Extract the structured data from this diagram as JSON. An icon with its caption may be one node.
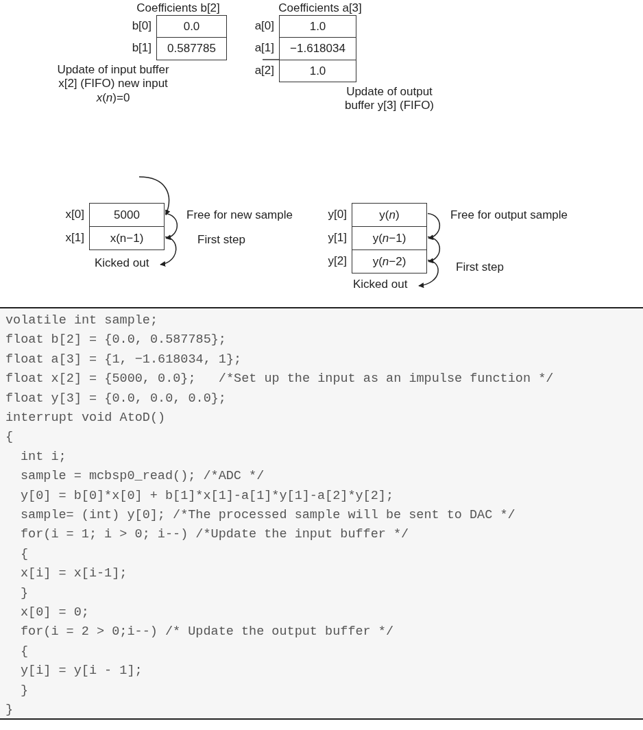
{
  "diagram": {
    "nodes": [
      {
        "text": [
          "0.0"
        ],
        "beside": [
          "b[0]"
        ]
      },
      {
        "text": [
          "0.587785"
        ],
        "beside": [
          "b[1]"
        ]
      },
      {
        "text": [
          "1.0"
        ],
        "beside": [
          "a[0]"
        ]
      },
      {
        "text": [
          "−1.618034"
        ],
        "beside": [
          "a[1]"
        ]
      },
      {
        "text": [
          "1.0"
        ],
        "beside": [
          "a[2]"
        ]
      },
      {
        "text": [
          "5000"
        ],
        "beside": [
          "x[0]"
        ]
      },
      {
        "text": [
          "x(n−1)"
        ],
        "beside": [
          "x[1]"
        ]
      },
      {
        "text": [
          "Kicked out"
        ]
      },
      {
        "text": [
          "y(*n*)"
        ],
        "beside": [
          "y[0]"
        ]
      },
      {
        "text": [
          "y(*n*−1)"
        ],
        "beside": [
          "y[1]"
        ]
      },
      {
        "text": [
          "y(*n*−2)"
        ],
        "beside": [
          "y[2]"
        ]
      },
      {
        "text": [
          "Kicked out"
        ]
      }
    ],
    "edges": [
      {
        "from": null,
        "to": 5,
        "arrow": "to"
      },
      {
        "from": 5,
        "to": 6,
        "arrow": "to"
      },
      {
        "from": 6,
        "to": 7,
        "arrow": "to"
      },
      {
        "from": 8,
        "to": 9,
        "arrow": "to"
      },
      {
        "from": 9,
        "to": 10,
        "arrow": "to"
      },
      {
        "from": 10,
        "to": 11,
        "arrow": "to"
      }
    ],
    "labels": [
      "Coefficients b[2]",
      "Coefficients a[3]",
      "Update of input buffer x[2] (FIFO) new input *x*(*n*)=0",
      "Free for new sample",
      "First step",
      "Update of output buffer y[3] (FIFO)",
      "Free for output sample",
      "First step",
      "volatile int sample;",
      "float b[2] = {0.0, 0.587785};",
      "float a[3] = {1, −1.618034, 1};",
      "float x[2] = {5000, 0.0};   /*Set up the input as an impulse function */",
      "float y[3] = {0.0, 0.0, 0.0};",
      "interrupt void AtoD()",
      "{",
      "int i;",
      "sample = mcbsp0_read(); /*ADC */",
      "y[0] = b[0]*x[0] + b[1]*x[1]-a[1]*y[1]-a[2]*y[2];",
      "sample= (int) y[0]; /*The processed sample will be sent to DAC */",
      "for(i = 1; i > 0; i--) /*Update the input buffer */",
      "{",
      "x[i] = x[i-1];",
      "}",
      "x[0] = 0;",
      "for(i = 2 > 0;i--) /* Update the output buffer */",
      "{",
      "y[i] = y[i - 1];",
      "}",
      "}"
    ]
  }
}
